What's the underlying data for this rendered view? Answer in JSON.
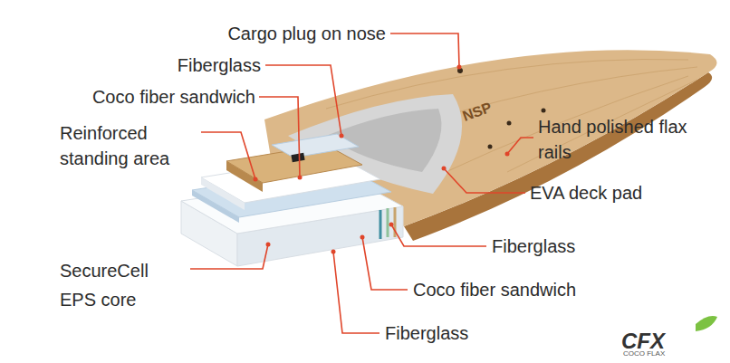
{
  "diagram": {
    "labels": [
      "Cargo plug on nose",
      "Fiberglass",
      "Coco fiber sandwich",
      "Reinforced standing area",
      "Hand polished flax rails",
      "EVA deck pad",
      "Fiberglass",
      "Coco fiber sandwich",
      "SecureCell EPS core",
      "Fiberglass",
      "NSP",
      "CFX",
      "COCO FLAX"
    ]
  }
}
